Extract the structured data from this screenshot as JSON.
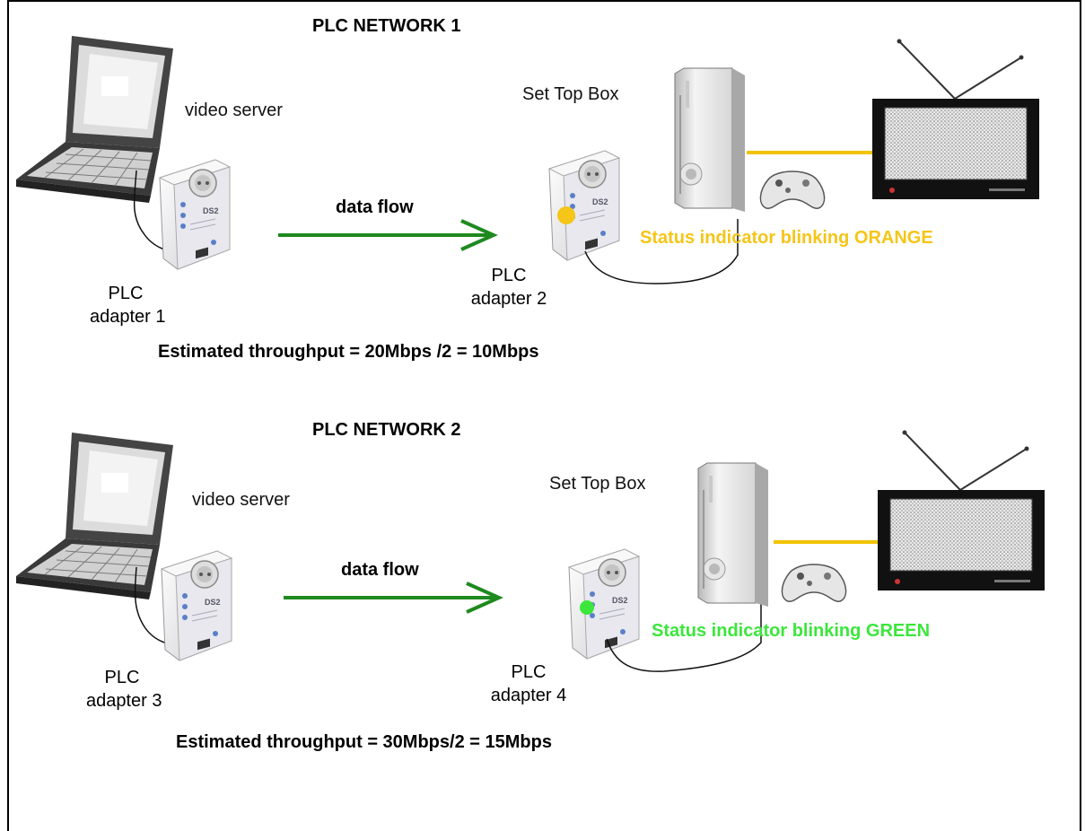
{
  "colors": {
    "flow_arrow": "#1f8a1f",
    "status_orange": "#f5c518",
    "status_green": "#3ce63c",
    "av_cable": "#f2c300"
  },
  "networks": [
    {
      "title": "PLC NETWORK 1",
      "server_label": "video server",
      "stb_label": "Set Top Box",
      "flow_label": "data flow",
      "adapter_a": [
        "PLC",
        "adapter 1"
      ],
      "adapter_b": [
        "PLC",
        "adapter 2"
      ],
      "status_text": "Status indicator blinking ORANGE",
      "status_color": "#f5c518",
      "throughput": "Estimated throughput =  20Mbps /2 = 10Mbps",
      "adapter_brand": "DS2"
    },
    {
      "title": "PLC NETWORK 2",
      "server_label": "video server",
      "stb_label": "Set Top Box",
      "flow_label": "data flow",
      "adapter_a": [
        "PLC",
        "adapter 3"
      ],
      "adapter_b": [
        "PLC",
        "adapter 4"
      ],
      "status_text": "Status indicator blinking GREEN",
      "status_color": "#3ce63c",
      "throughput": "Estimated throughput =  30Mbps/2 = 15Mbps",
      "adapter_brand": "DS2"
    }
  ]
}
